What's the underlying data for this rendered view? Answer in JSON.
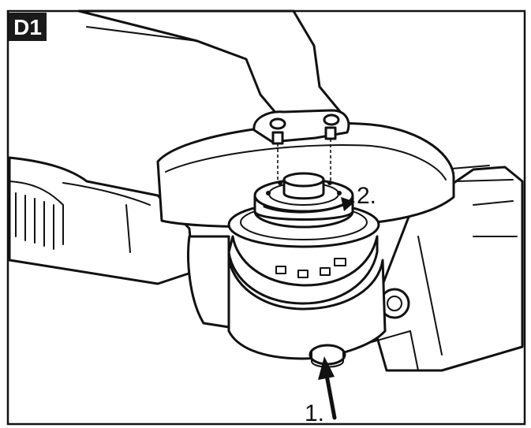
{
  "figure": {
    "badge": "D1",
    "step_1_label": "1.",
    "step_2_label": "2."
  },
  "colors": {
    "ink": "#111111",
    "paper": "#ffffff",
    "badge_bg": "#1a1a1a",
    "badge_text": "#ffffff"
  },
  "icons": {
    "arrow_1": "arrow-up-icon",
    "arrow_2": "rotate-arrow-icon"
  }
}
